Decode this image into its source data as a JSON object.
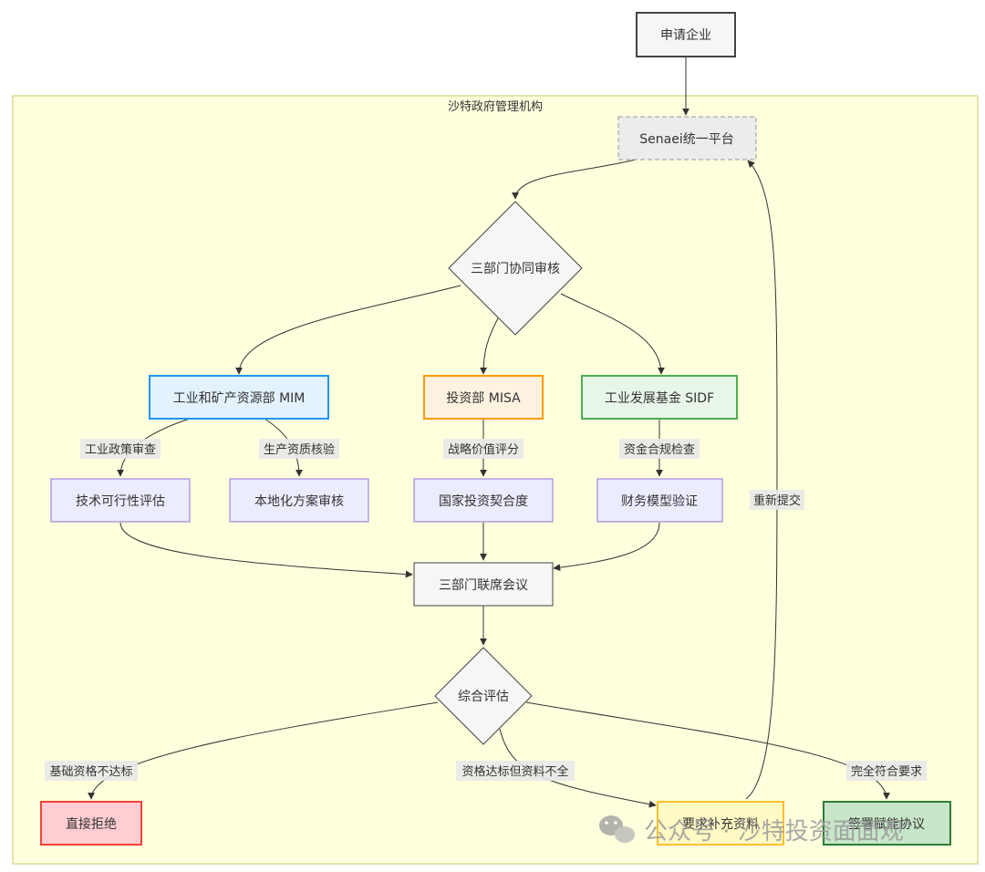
{
  "cluster": {
    "title": "沙特政府管理机构",
    "fill": "#ffffde",
    "stroke": "#c8c86a"
  },
  "nodes": {
    "applicant": "申请企业",
    "senaei": "Senaei统一平台",
    "joint_review": "三部门协同审核",
    "mim": "工业和矿产资源部 MIM",
    "misa": "投资部 MISA",
    "sidf": "工业发展基金 SIDF",
    "tech": "技术可行性评估",
    "local": "本地化方案审核",
    "national": "国家投资契合度",
    "finance": "财务模型验证",
    "meeting": "三部门联席会议",
    "evaluate": "综合评估",
    "reject": "直接拒绝",
    "supplement": "要求补充资料",
    "sign": "签署赋能协议"
  },
  "edge_labels": {
    "policy": "工业政策审查",
    "qualification": "生产资质核验",
    "strategy": "战略价值评分",
    "compliance": "资金合规检查",
    "resubmit": "重新提交",
    "basic_fail": "基础资格不达标",
    "incomplete": "资格达标但资料不全",
    "full_match": "完全符合要求"
  },
  "colors": {
    "default_fill": "#f6f6f6",
    "default_stroke": "#444444",
    "process_fill": "#ececff",
    "process_stroke": "#9370db",
    "mim_fill": "#e3f2fd",
    "mim_stroke": "#2196f3",
    "misa_fill": "#fff3e0",
    "misa_stroke": "#ff9800",
    "sidf_fill": "#e8f5e9",
    "sidf_stroke": "#4caf50",
    "reject_fill": "#ffcdd2",
    "reject_stroke": "#f44336",
    "supplement_fill": "#fff9c4",
    "supplement_stroke": "#fbc02d",
    "sign_fill": "#c8e6c9",
    "sign_stroke": "#2e7d32",
    "edge": "#333333",
    "label_bg": "#e8e8e8"
  },
  "watermark": {
    "icon": "wechat-icon",
    "text": "公众号 · 沙特投资面面观"
  }
}
